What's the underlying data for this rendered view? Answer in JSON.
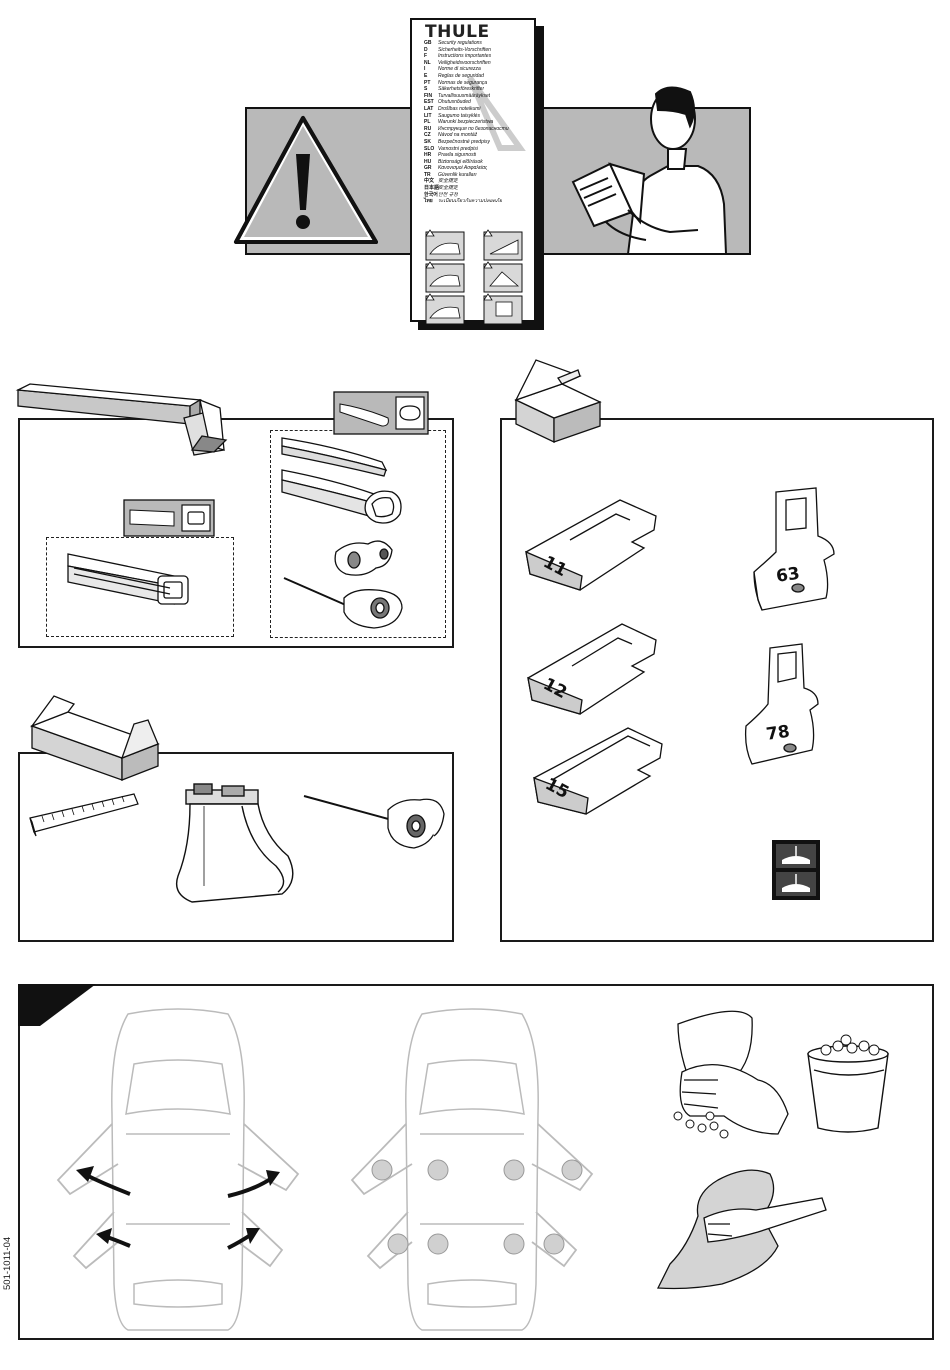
{
  "brand": "THULE",
  "safety_languages": [
    {
      "code": "GB",
      "text": "Security regulations"
    },
    {
      "code": "D",
      "text": "Sicherheits-Vorschriften"
    },
    {
      "code": "F",
      "text": "Instructions importantes"
    },
    {
      "code": "NL",
      "text": "Veiligheidsvoorschriften"
    },
    {
      "code": "I",
      "text": "Norme di sicurezza"
    },
    {
      "code": "E",
      "text": "Reglas de seguridad"
    },
    {
      "code": "PT",
      "text": "Normas de segurança"
    },
    {
      "code": "S",
      "text": "Säkerhetsföreskrifter"
    },
    {
      "code": "FIN",
      "text": "Turvallisuusmääräykset"
    },
    {
      "code": "EST",
      "text": "Ohutusnõuded"
    },
    {
      "code": "LAT",
      "text": "Drošības noteikumi"
    },
    {
      "code": "LIT",
      "text": "Saugumo taisyklės"
    },
    {
      "code": "PL",
      "text": "Warunki bezpieczeństwa"
    },
    {
      "code": "RU",
      "text": "Инструкция по безопасности"
    },
    {
      "code": "CZ",
      "text": "Návod na montáž"
    },
    {
      "code": "SK",
      "text": "Bezpečnostné predpisy"
    },
    {
      "code": "SLO",
      "text": "Varnostni predpisi"
    },
    {
      "code": "HR",
      "text": "Pravila sigurnosti"
    },
    {
      "code": "HU",
      "text": "Biztonsági előírások"
    },
    {
      "code": "GR",
      "text": "Κανονισμοί Ασφαλείας"
    },
    {
      "code": "TR",
      "text": "Güvenlik kuralları"
    },
    {
      "code": "中文",
      "text": "安全規定"
    },
    {
      "code": "日本語",
      "text": "安全規定"
    },
    {
      "code": "한국어",
      "text": "안전 규정"
    },
    {
      "code": "ไทย",
      "text": "ระเบียบเกี่ยวกับความปลอดภัย"
    }
  ],
  "footpad_numbers": [
    "11",
    "12",
    "15"
  ],
  "bracket_numbers": [
    "63",
    "78"
  ],
  "part_number": "501-1011-04"
}
